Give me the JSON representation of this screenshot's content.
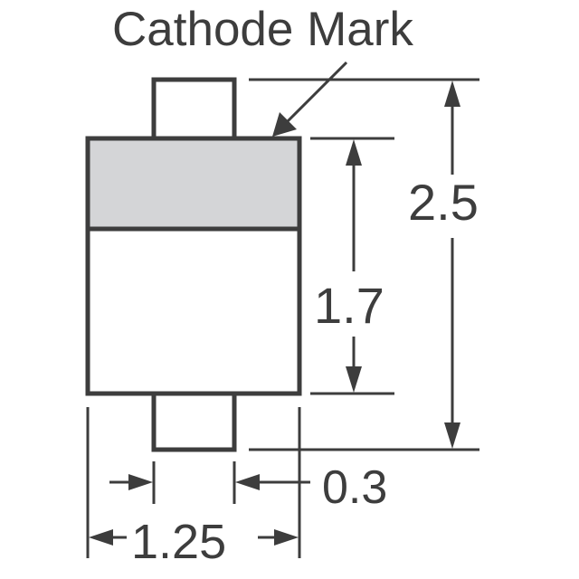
{
  "diagram": {
    "type": "package-dimension-drawing",
    "annotation": "Cathode Mark",
    "dimensions": {
      "overall_length": "2.5",
      "body_length": "1.7",
      "lead_width": "0.3",
      "body_width": "1.25"
    },
    "colors": {
      "line": "#3d3d3d",
      "cathode_band": "#d4d5d7",
      "background": "#ffffff"
    }
  }
}
